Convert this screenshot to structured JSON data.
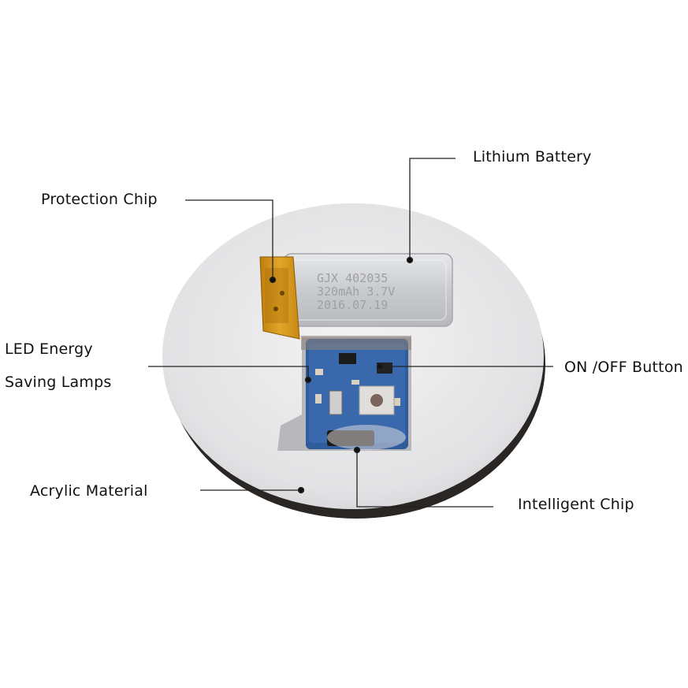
{
  "labels": {
    "lithium_battery": "Lithium Battery",
    "protection_chip": "Protection Chip",
    "led_line1": "LED Energy",
    "led_line2": "Saving Lamps",
    "onoff_button": "ON /OFF Button",
    "acrylic_material": "Acrylic Material",
    "intelligent_chip": "Intelligent Chip"
  },
  "battery_print": {
    "line1": "GJX 402035",
    "line2": "320mAh 3.7V",
    "line3": "2016.07.19"
  },
  "colors": {
    "disc": "#e4e4e6",
    "disc_edge": "#2a2624",
    "battery": "#cfd1d4",
    "kapton": "#d79a1a",
    "pcb": "#2f5c9a",
    "leader": "#222222"
  }
}
